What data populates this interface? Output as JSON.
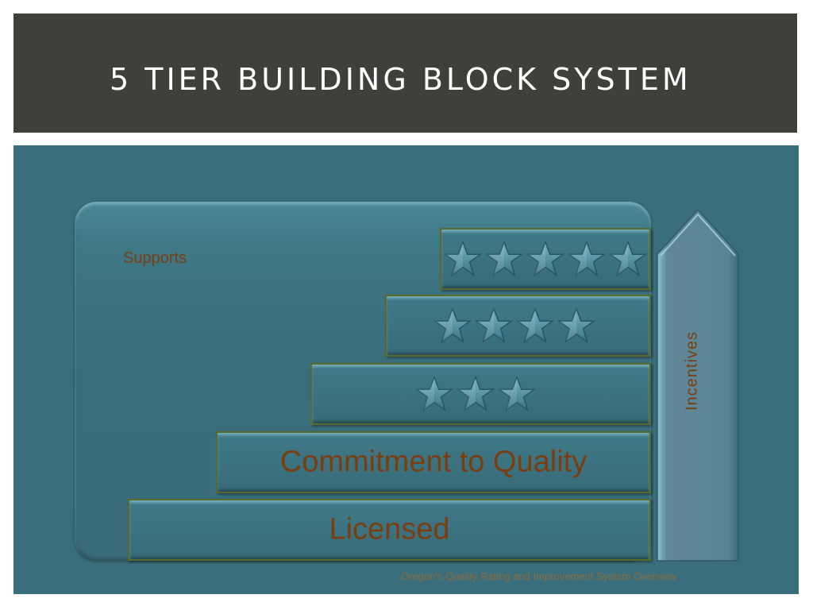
{
  "slide": {
    "title": "5 TIER BUILDING BLOCK SYSTEM",
    "footer": "Oregon's Quality Rating and Improvement System Overview"
  },
  "diagram": {
    "supports_label": "Supports",
    "incentives_label": "Incentives",
    "tiers": [
      {
        "level": 1,
        "label": "Licensed",
        "stars": 0
      },
      {
        "level": 2,
        "label": "Commitment to Quality",
        "stars": 0
      },
      {
        "level": 3,
        "label": "",
        "stars": 3
      },
      {
        "level": 4,
        "label": "",
        "stars": 4
      },
      {
        "level": 5,
        "label": "",
        "stars": 5
      }
    ],
    "colors": {
      "title_bar": "#403f39",
      "background": "#3b6e7c",
      "text_accent": "#7a3d10",
      "arrow": "#5f8797"
    }
  }
}
